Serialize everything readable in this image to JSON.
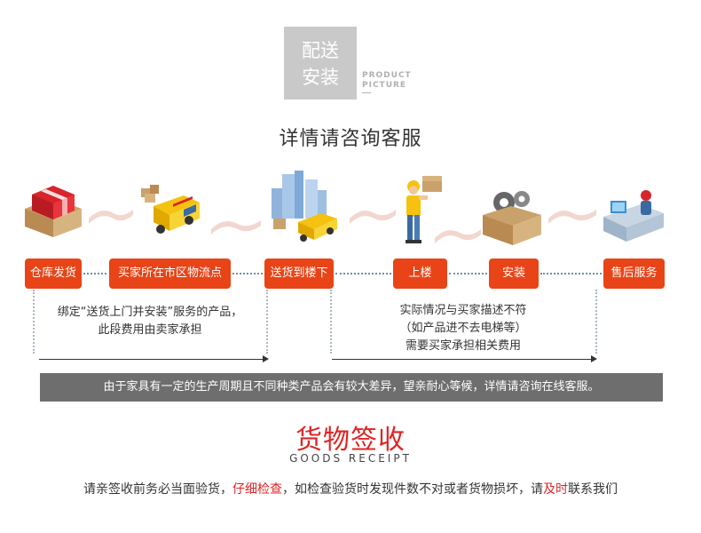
{
  "header": {
    "box_line1": "配送",
    "box_line2": "安装",
    "en_line1": "PRODUCT",
    "en_line2": "PICTURE",
    "consult": "详情请咨询客服"
  },
  "steps": [
    {
      "label": "仓库发货"
    },
    {
      "label": "买家所在市区物流点"
    },
    {
      "label": "送货到楼下"
    },
    {
      "label": "上楼"
    },
    {
      "label": "安装"
    },
    {
      "label": "售后服务"
    }
  ],
  "notes": {
    "left_line1": "绑定“送货上门并安装”服务的产品，",
    "left_line2": "此段费用由卖家承担",
    "right_line1": "实际情况与买家描述不符",
    "right_line2": "（如产品进不去电梯等）",
    "right_line3": "需要买家承担相关费用"
  },
  "banner": "由于家具有一定的生产周期且不同种类产品会有较大差异，望亲耐心等候，详情请咨询在线客服。",
  "receipt": {
    "title": "货物签收",
    "en": "GOODS RECEIPT",
    "text_a": "请亲签收前务必当面验货，",
    "text_b": "仔细检查",
    "text_c": "，如检查验货时发现件数不对或者货物损坏，请",
    "text_d": "及时",
    "text_e": "联系我们"
  },
  "colors": {
    "accent": "#e84417",
    "receipt_red": "#e02424",
    "banner_gray": "#6e6e6e",
    "title_box_gray": "#c9c9c9"
  }
}
